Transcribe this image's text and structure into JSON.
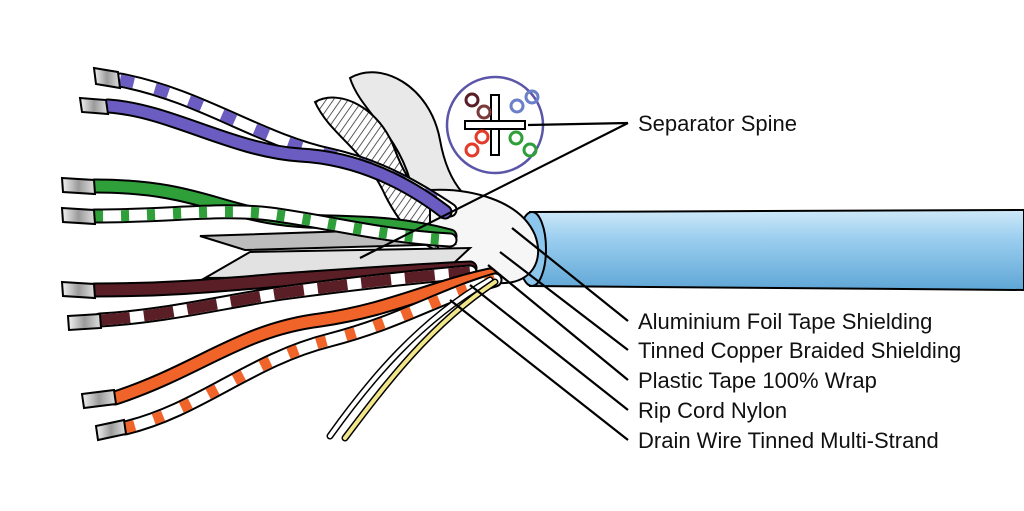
{
  "labels": {
    "separator_spine": "Separator Spine",
    "foil": "Aluminium Foil Tape Shielding",
    "braid": "Tinned Copper Braided Shielding",
    "plastic_tape": "Plastic Tape 100% Wrap",
    "rip_cord": "Rip Cord Nylon",
    "drain_wire": "Drain Wire Tinned Multi-Strand"
  },
  "colors": {
    "jacket": "#8cc6ec",
    "jacket_dark": "#5fa6d6",
    "blue_pair": "#6a5cc0",
    "green_pair": "#2f9f3a",
    "brown_pair": "#5a1f26",
    "orange_pair": "#f0642a",
    "drain": "#f2e68a",
    "foil": "#dcdcdc",
    "spine": "#cfcfcf"
  }
}
